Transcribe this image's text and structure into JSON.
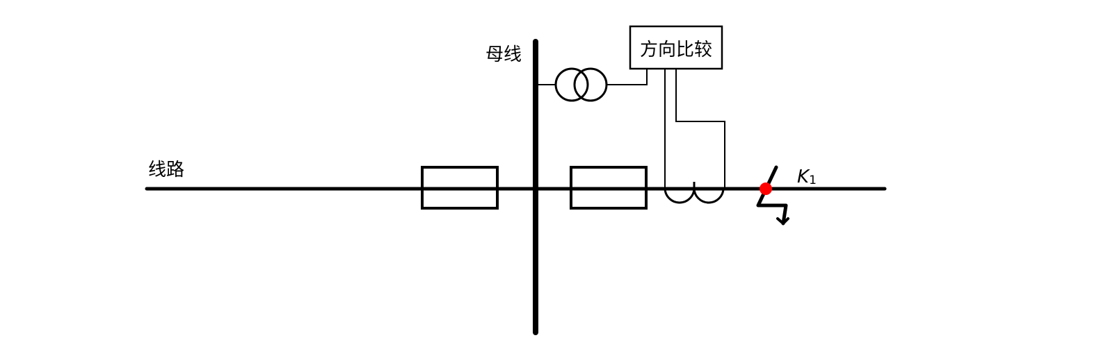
{
  "labels": {
    "line": "线路",
    "bus": "母线",
    "relay": "方向比较",
    "fault_main": "K",
    "fault_sub": "1"
  },
  "colors": {
    "stroke": "#000000",
    "fault_point": "#ff0000",
    "background": "#ffffff"
  }
}
